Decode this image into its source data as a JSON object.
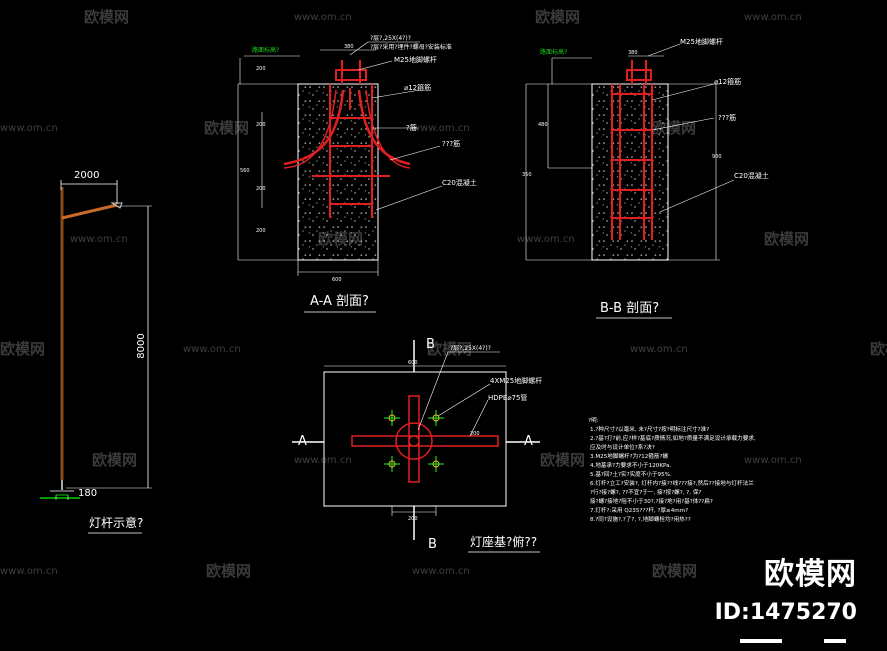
{
  "watermark": {
    "site": "www.om.cn",
    "name": "欧模网"
  },
  "brand": {
    "name": "欧模网",
    "id": "ID:1475270"
  },
  "pole": {
    "dim_arm": "2000",
    "dim_height": "8000",
    "dim_base": "180",
    "title": "灯杆示意?"
  },
  "section_aa": {
    "title": "A-A 剖面?",
    "label_top_left": "路面标高?",
    "labels": [
      "?层?,25X(4?)?",
      "?层?采用?埋件?螺母?安装标准",
      "M25地脚螺杆",
      "⌀12箍筋",
      "?筋",
      "???筋",
      "C20混凝土"
    ],
    "dims": [
      "380",
      "200",
      "200",
      "200",
      "200",
      "560",
      "600"
    ]
  },
  "section_bb": {
    "title": "B-B 剖面?",
    "label_top_left": "路面标高?",
    "labels": [
      "M25地脚螺杆",
      "⌀12箍筋",
      "???筋",
      "C20混凝土"
    ],
    "dims": [
      "380",
      "480",
      "350",
      "900"
    ]
  },
  "plan": {
    "title": "灯座基?俯??",
    "cut_a_left": "A",
    "cut_a_right": "A",
    "cut_b_top": "B",
    "cut_b_bottom": "B",
    "labels": [
      "?层?,25X(4?)?",
      "4XM25地脚螺杆",
      "HDPE⌀75管"
    ],
    "dims": [
      "600",
      "200",
      "200"
    ]
  },
  "notes": {
    "heading": "?明:",
    "lines": [
      "1.?种尺寸?以毫米, 未?尺寸?按?明标注尺寸?准?",
      "2.?基?打?前,应?样?基底?质情况,如地?质量不满足设计承载力要求,",
      "   应及时与设计单位?系?决?",
      "3.M25地脚螺杆?为?12箍筋?螺",
      "4.地基承?力要求不小于120KPa.",
      "5.基?回?土?实?实度不小于95%.",
      "6.灯杆?立工?安装?, 灯杆内?接??线???接?,然后??接地与灯杆法兰",
      "   ?行?接?螺?, ??不宜?于一, 接?按?螺?, ?, 保?",
      "   接?螺?接地?阻不小于30?,?接?地?用?基?体??扁?",
      "7.灯杆?:采用 Q235???杆, ?厚≥4mm?",
      "8.?同?设施?,?了?, ?,地脚螺栓均?用热??"
    ]
  }
}
